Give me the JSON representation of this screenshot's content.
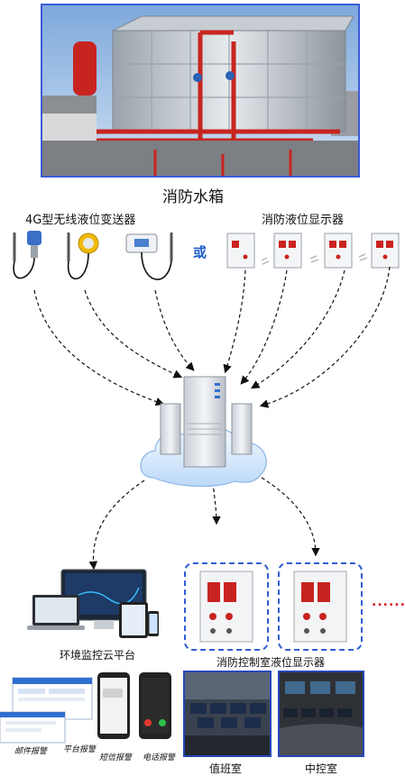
{
  "title": "消防水箱",
  "transmitter_label": "4G型无线液位变送器",
  "display_label": "消防液位显示器",
  "or_label": "或",
  "platform_label": "环境监控云平台",
  "fire_room_label": "消防控制室液位显示器",
  "ellipsis": "......",
  "alarms": {
    "mail": "邮件报警",
    "platform": "平台报警",
    "sms": "短信报警",
    "phone": "电话报警"
  },
  "duty_room_label": "值班室",
  "control_room_label": "中控室",
  "colors": {
    "frame_blue": "#2447b8",
    "dash_blue": "#2f5fd1",
    "or_blue": "#1f5fc8",
    "ellipsis_red": "#d42020",
    "pipe_red": "#c8241f"
  }
}
